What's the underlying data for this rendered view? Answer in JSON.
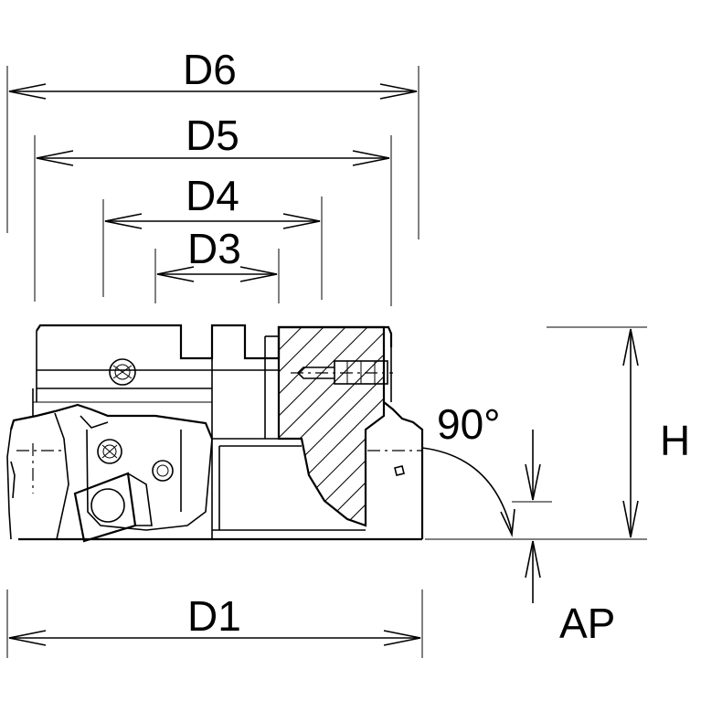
{
  "labels": {
    "d6": "D6",
    "d5": "D5",
    "d4": "D4",
    "d3": "D3",
    "d1": "D1",
    "h": "H",
    "ap": "AP",
    "angle": "90°"
  },
  "colors": {
    "line": "#000000",
    "background": "#ffffff"
  }
}
